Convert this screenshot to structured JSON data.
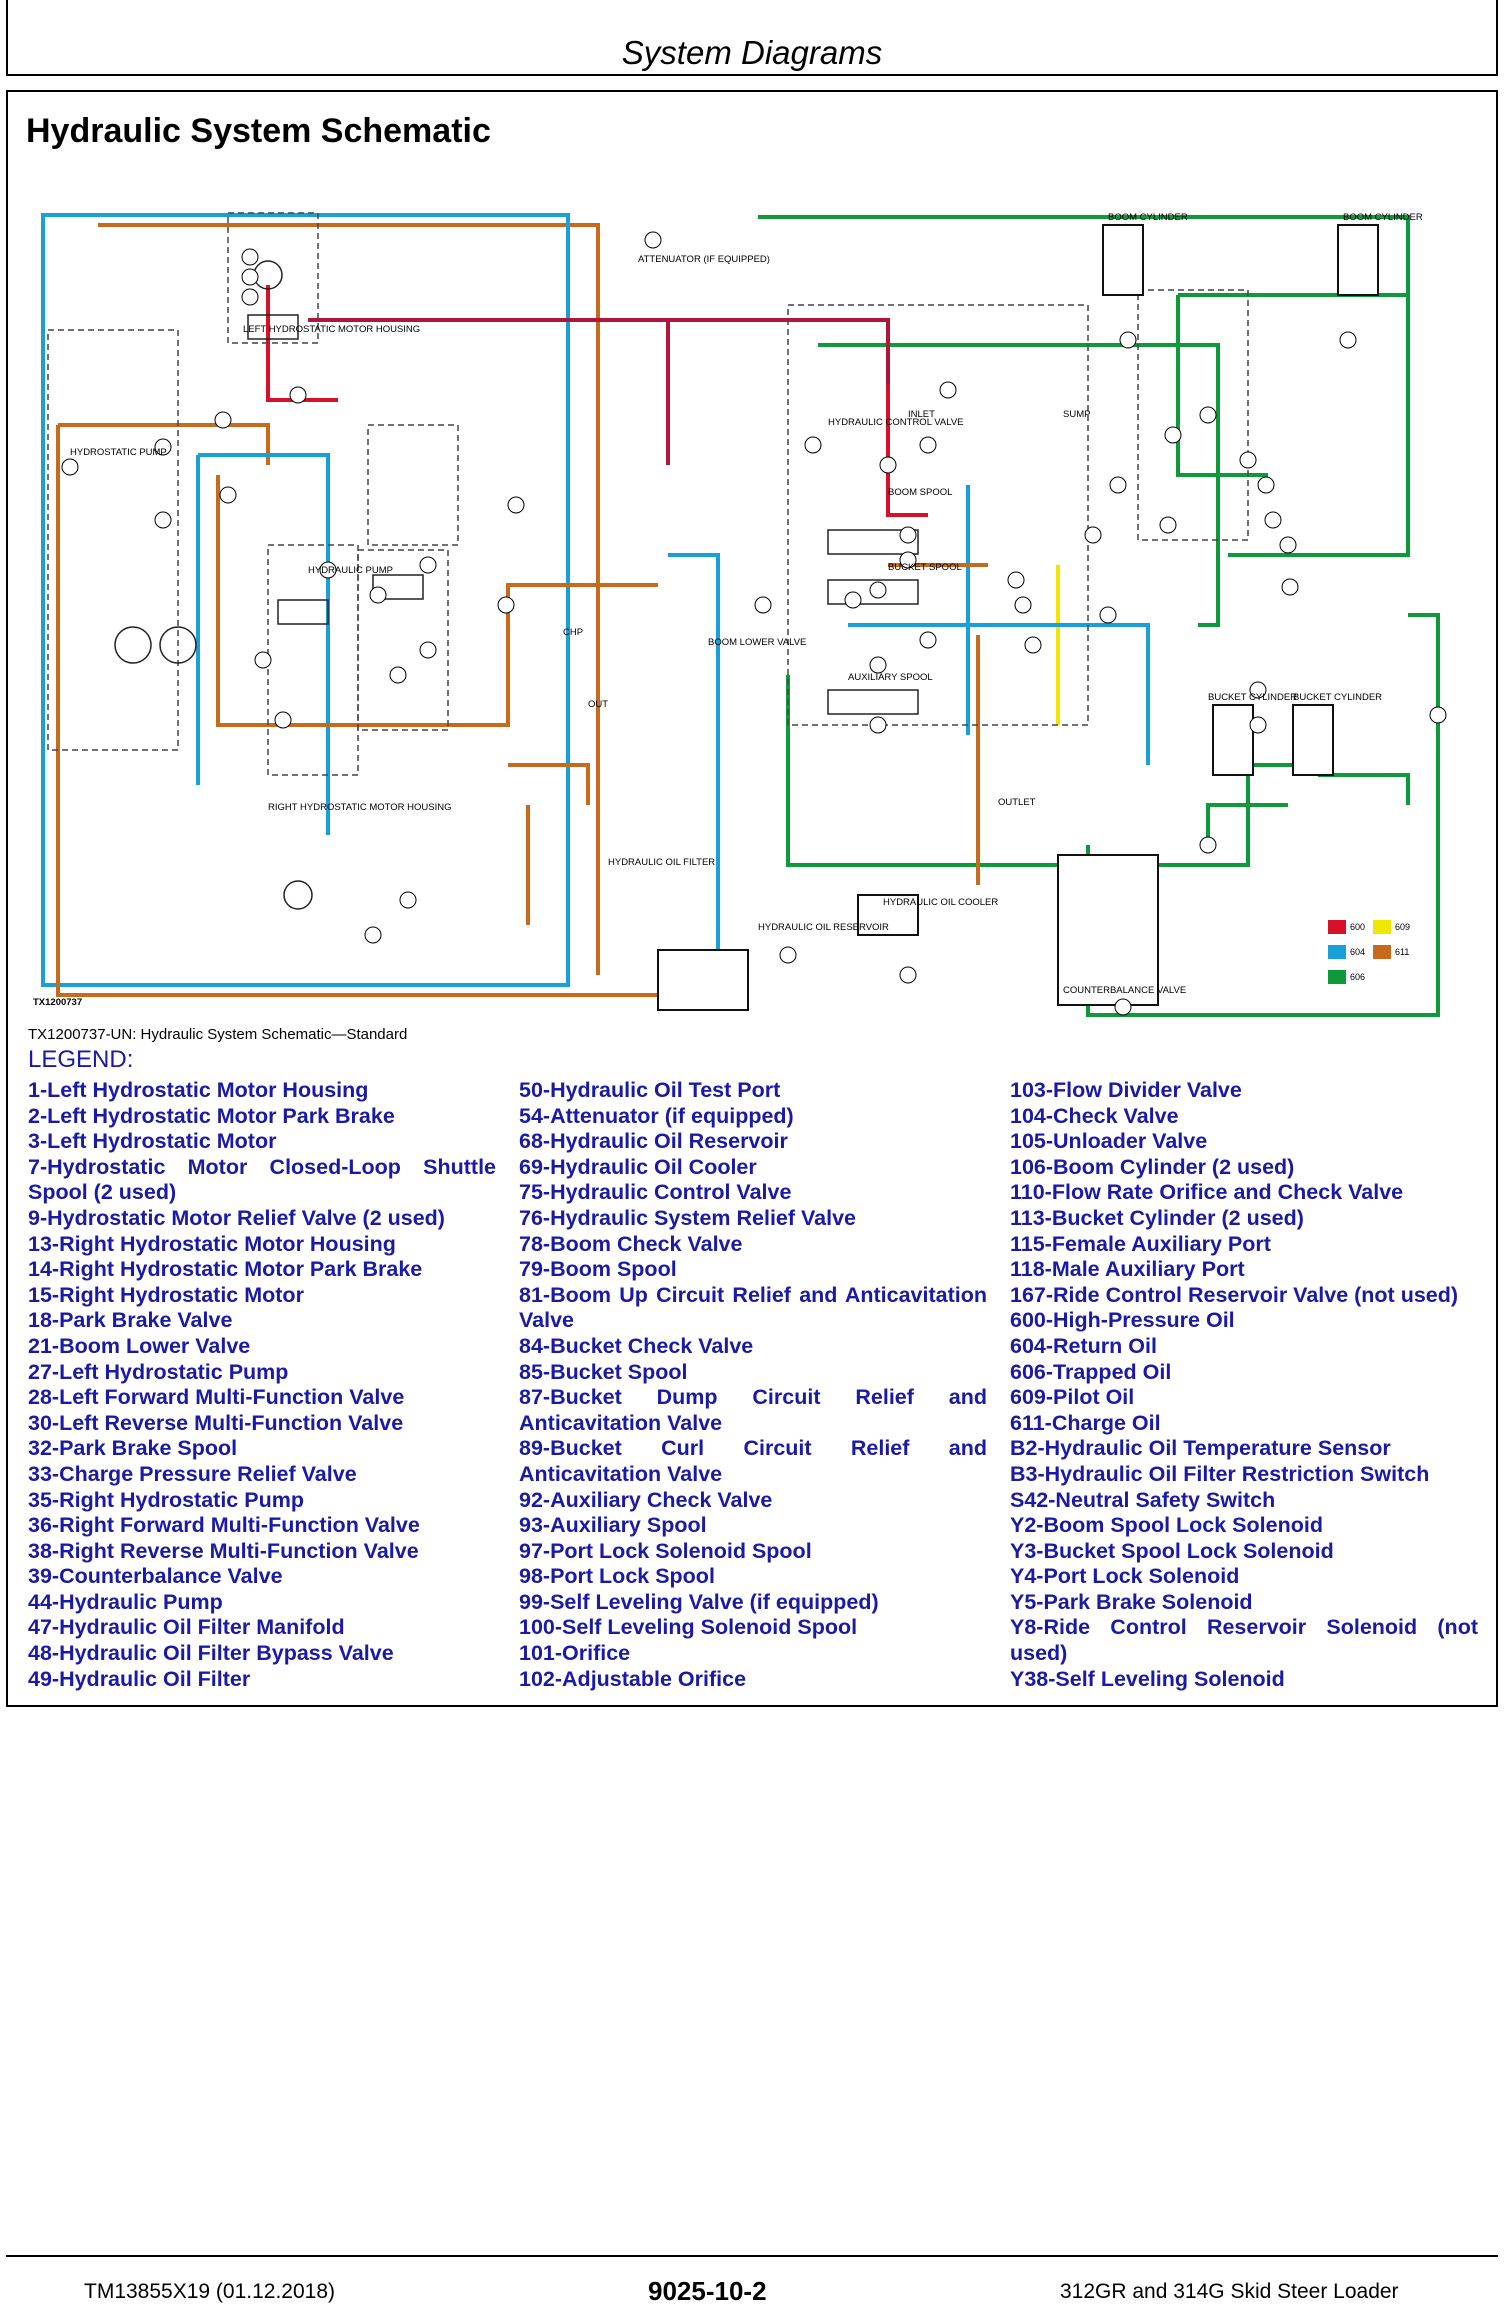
{
  "header": {
    "title": "System Diagrams"
  },
  "section": {
    "title": "Hydraulic System Schematic"
  },
  "figure": {
    "id": "TX1200737",
    "caption": "TX1200737-UN: Hydraulic System Schematic—Standard",
    "labels": {
      "left_motor_housing": "LEFT HYDROSTATIC MOTOR HOUSING",
      "hydrostatic_pump": "HYDROSTATIC PUMP",
      "hydraulic_pump": "HYDRAULIC PUMP",
      "right_motor_housing": "RIGHT HYDROSTATIC MOTOR HOUSING",
      "attenuator": "ATTENUATOR (IF EQUIPPED)",
      "hydraulic_control_valve": "HYDRAULIC CONTROL VALVE",
      "boom_spool": "BOOM SPOOL",
      "bucket_spool": "BUCKET SPOOL",
      "auxiliary_spool": "AUXILIARY SPOOL",
      "boom_lower_valve": "BOOM LOWER VALVE",
      "hydraulic_oil_filter": "HYDRAULIC OIL FILTER",
      "hydraulic_oil_reservoir": "HYDRAULIC OIL RESERVOIR",
      "hydraulic_oil_cooler": "HYDRAULIC OIL COOLER",
      "boom_cylinder": "BOOM CYLINDER",
      "bucket_cylinder": "BUCKET CYLINDER",
      "counterbalance_valve": "COUNTERBALANCE VALVE",
      "inlet": "INLET",
      "sump": "SUMP",
      "outlet": "OUTLET",
      "chp": "CHP",
      "out": "OUT"
    },
    "color_key": [
      {
        "code": "600",
        "color": "#d8102a"
      },
      {
        "code": "609",
        "color": "#f2e600"
      },
      {
        "code": "604",
        "color": "#1aa0d8"
      },
      {
        "code": "611",
        "color": "#c86a1c"
      },
      {
        "code": "606",
        "color": "#0e9a3a"
      }
    ]
  },
  "legend": {
    "title": "LEGEND:",
    "col1": [
      "1-Left Hydrostatic Motor Housing",
      "2-Left Hydrostatic Motor Park Brake",
      "3-Left Hydrostatic Motor",
      "7-Hydrostatic Motor Closed-Loop Shuttle Spool (2 used)",
      "9-Hydrostatic Motor Relief Valve (2 used)",
      "13-Right Hydrostatic Motor Housing",
      "14-Right Hydrostatic Motor Park Brake",
      "15-Right Hydrostatic Motor",
      "18-Park Brake Valve",
      "21-Boom Lower Valve",
      "27-Left Hydrostatic Pump",
      "28-Left Forward Multi-Function Valve",
      "30-Left Reverse Multi-Function Valve",
      "32-Park Brake Spool",
      "33-Charge Pressure Relief Valve",
      "35-Right Hydrostatic Pump",
      "36-Right Forward Multi-Function Valve",
      "38-Right Reverse Multi-Function Valve",
      "39-Counterbalance Valve",
      "44-Hydraulic Pump",
      "47-Hydraulic Oil Filter Manifold",
      "48-Hydraulic Oil Filter Bypass Valve",
      "49-Hydraulic Oil Filter"
    ],
    "col2": [
      "50-Hydraulic Oil Test Port",
      "54-Attenuator (if equipped)",
      "68-Hydraulic Oil Reservoir",
      "69-Hydraulic Oil Cooler",
      "75-Hydraulic Control Valve",
      "76-Hydraulic System Relief Valve",
      "78-Boom Check Valve",
      "79-Boom Spool",
      "81-Boom Up Circuit Relief and Anticavitation Valve",
      "84-Bucket Check Valve",
      "85-Bucket Spool",
      "87-Bucket Dump Circuit Relief and Anticavitation Valve",
      "89-Bucket Curl Circuit Relief and Anticavitation Valve",
      "92-Auxiliary Check Valve",
      "93-Auxiliary Spool",
      "97-Port Lock Solenoid Spool",
      "98-Port Lock Spool",
      "99-Self Leveling Valve (if equipped)",
      "100-Self Leveling Solenoid Spool",
      "101-Orifice",
      "102-Adjustable Orifice"
    ],
    "col3": [
      "103-Flow Divider Valve",
      "104-Check Valve",
      "105-Unloader Valve",
      "106-Boom Cylinder (2 used)",
      "110-Flow Rate Orifice and Check Valve",
      "113-Bucket Cylinder (2 used)",
      "115-Female Auxiliary Port",
      "118-Male Auxiliary Port",
      "167-Ride Control Reservoir Valve (not used)",
      "600-High-Pressure Oil",
      "604-Return Oil",
      "606-Trapped Oil",
      "609-Pilot Oil",
      "611-Charge Oil",
      "B2-Hydraulic Oil Temperature Sensor",
      "B3-Hydraulic Oil Filter Restriction Switch",
      "S42-Neutral Safety Switch",
      "Y2-Boom Spool Lock Solenoid",
      "Y3-Bucket Spool Lock Solenoid",
      "Y4-Port Lock Solenoid",
      "Y5-Park Brake Solenoid",
      "Y8-Ride Control Reservoir Solenoid (not used)",
      "Y38-Self Leveling Solenoid"
    ]
  },
  "footer": {
    "left": "TM13855X19 (01.12.2018)",
    "center": "9025-10-2",
    "right": "312GR and 314G Skid Steer Loader"
  }
}
